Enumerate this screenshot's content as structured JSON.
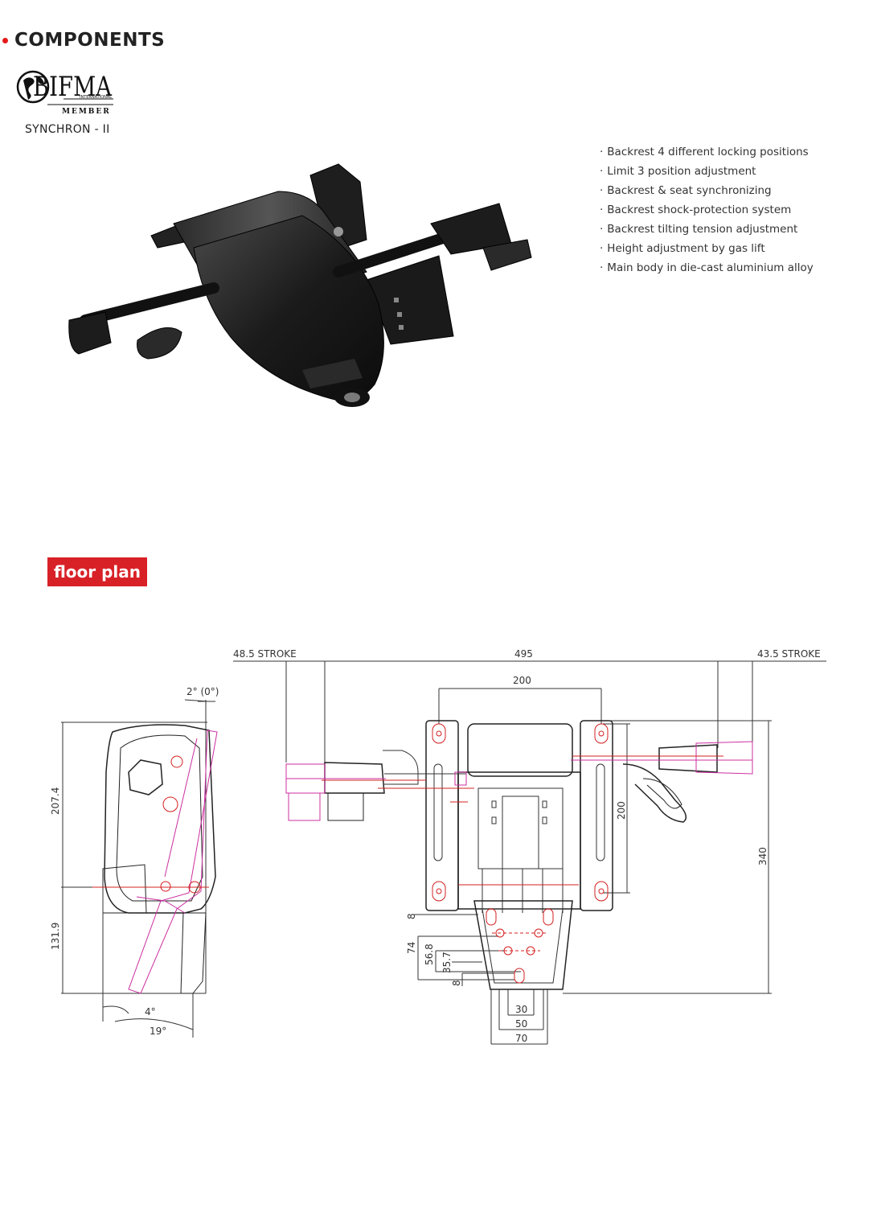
{
  "header": {
    "title": "COMPONENTS"
  },
  "logo": {
    "text": "BIFMA",
    "sub": "INTERNATIONAL",
    "member": "MEMBER"
  },
  "model": {
    "name": "SYNCHRON - II"
  },
  "features": [
    "Backrest 4 different locking positions",
    "Limit 3 position adjustment",
    "Backrest & seat synchronizing",
    "Backrest shock-protection system",
    "Backrest tilting tension adjustment",
    "Height adjustment by gas lift",
    "Main body in die-cast aluminium alloy"
  ],
  "floor_plan": {
    "label": "floor plan"
  },
  "dimensions": {
    "side_angle_top": "2° (0°)",
    "side_height_upper": "207.4",
    "side_height_lower": "131.9",
    "side_angle_small": "4°",
    "side_angle_large": "19°",
    "stroke_left": "48.5 STROKE",
    "total_width": "495",
    "stroke_right": "43.5 STROKE",
    "hole_spacing_top": "200",
    "hole_spacing_vertical": "200",
    "total_depth": "340",
    "plate_8_top": "8",
    "plate_74": "74",
    "plate_56_8": "56.8",
    "plate_35_7": "35.7",
    "plate_8_bottom": "8",
    "plate_30": "30",
    "plate_50": "50",
    "plate_70": "70"
  }
}
